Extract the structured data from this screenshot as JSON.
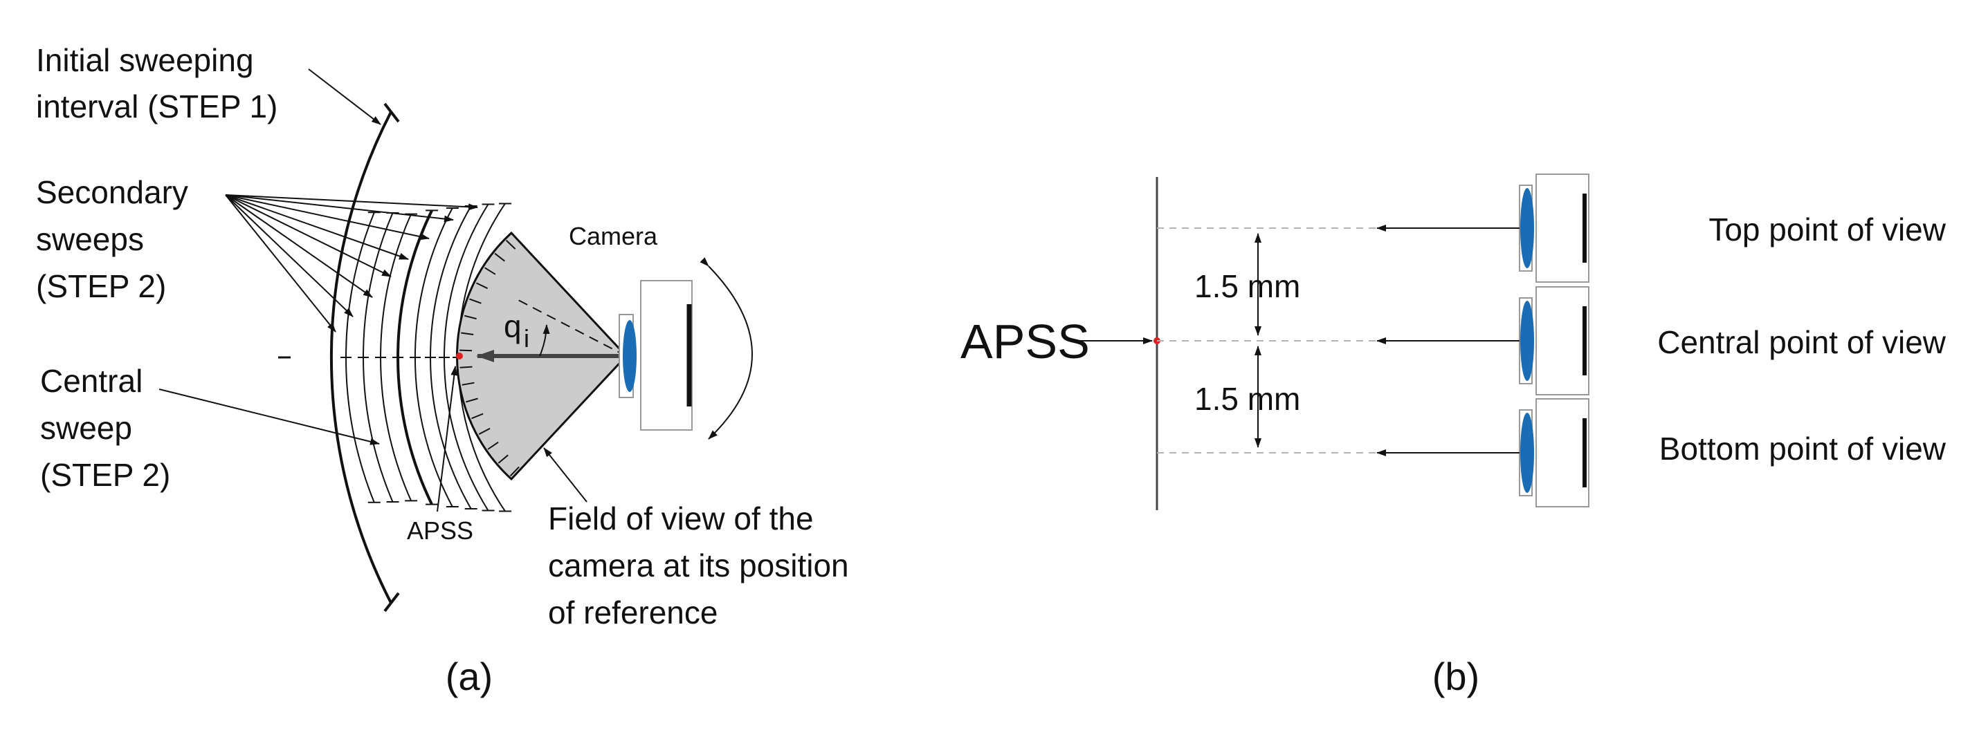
{
  "panel_a": {
    "caption": "(a)",
    "labels": {
      "initial_sweep": [
        "Initial sweeping",
        "interval (STEP 1)"
      ],
      "secondary_sweeps": [
        "Secondary",
        "sweeps",
        "(STEP 2)"
      ],
      "central_sweep": [
        "Central",
        "sweep",
        "(STEP 2)"
      ],
      "camera": "Camera",
      "angle_symbol": "q",
      "angle_subscript": "i",
      "apss": "APSS",
      "field_of_view": [
        "Field of view of the",
        "camera at its position",
        "of reference"
      ]
    }
  },
  "panel_b": {
    "caption": "(b)",
    "apss": "APSS",
    "spacing_top": "1.5 mm",
    "spacing_bottom": "1.5 mm",
    "views": [
      "Top point of view",
      "Central point of view",
      "Bottom point of view"
    ]
  },
  "colors": {
    "lens": "#1a6cb5",
    "apss_point": "#e02020",
    "fov_fill": "#cccccc",
    "dashed_line": "#b3b3b3"
  }
}
